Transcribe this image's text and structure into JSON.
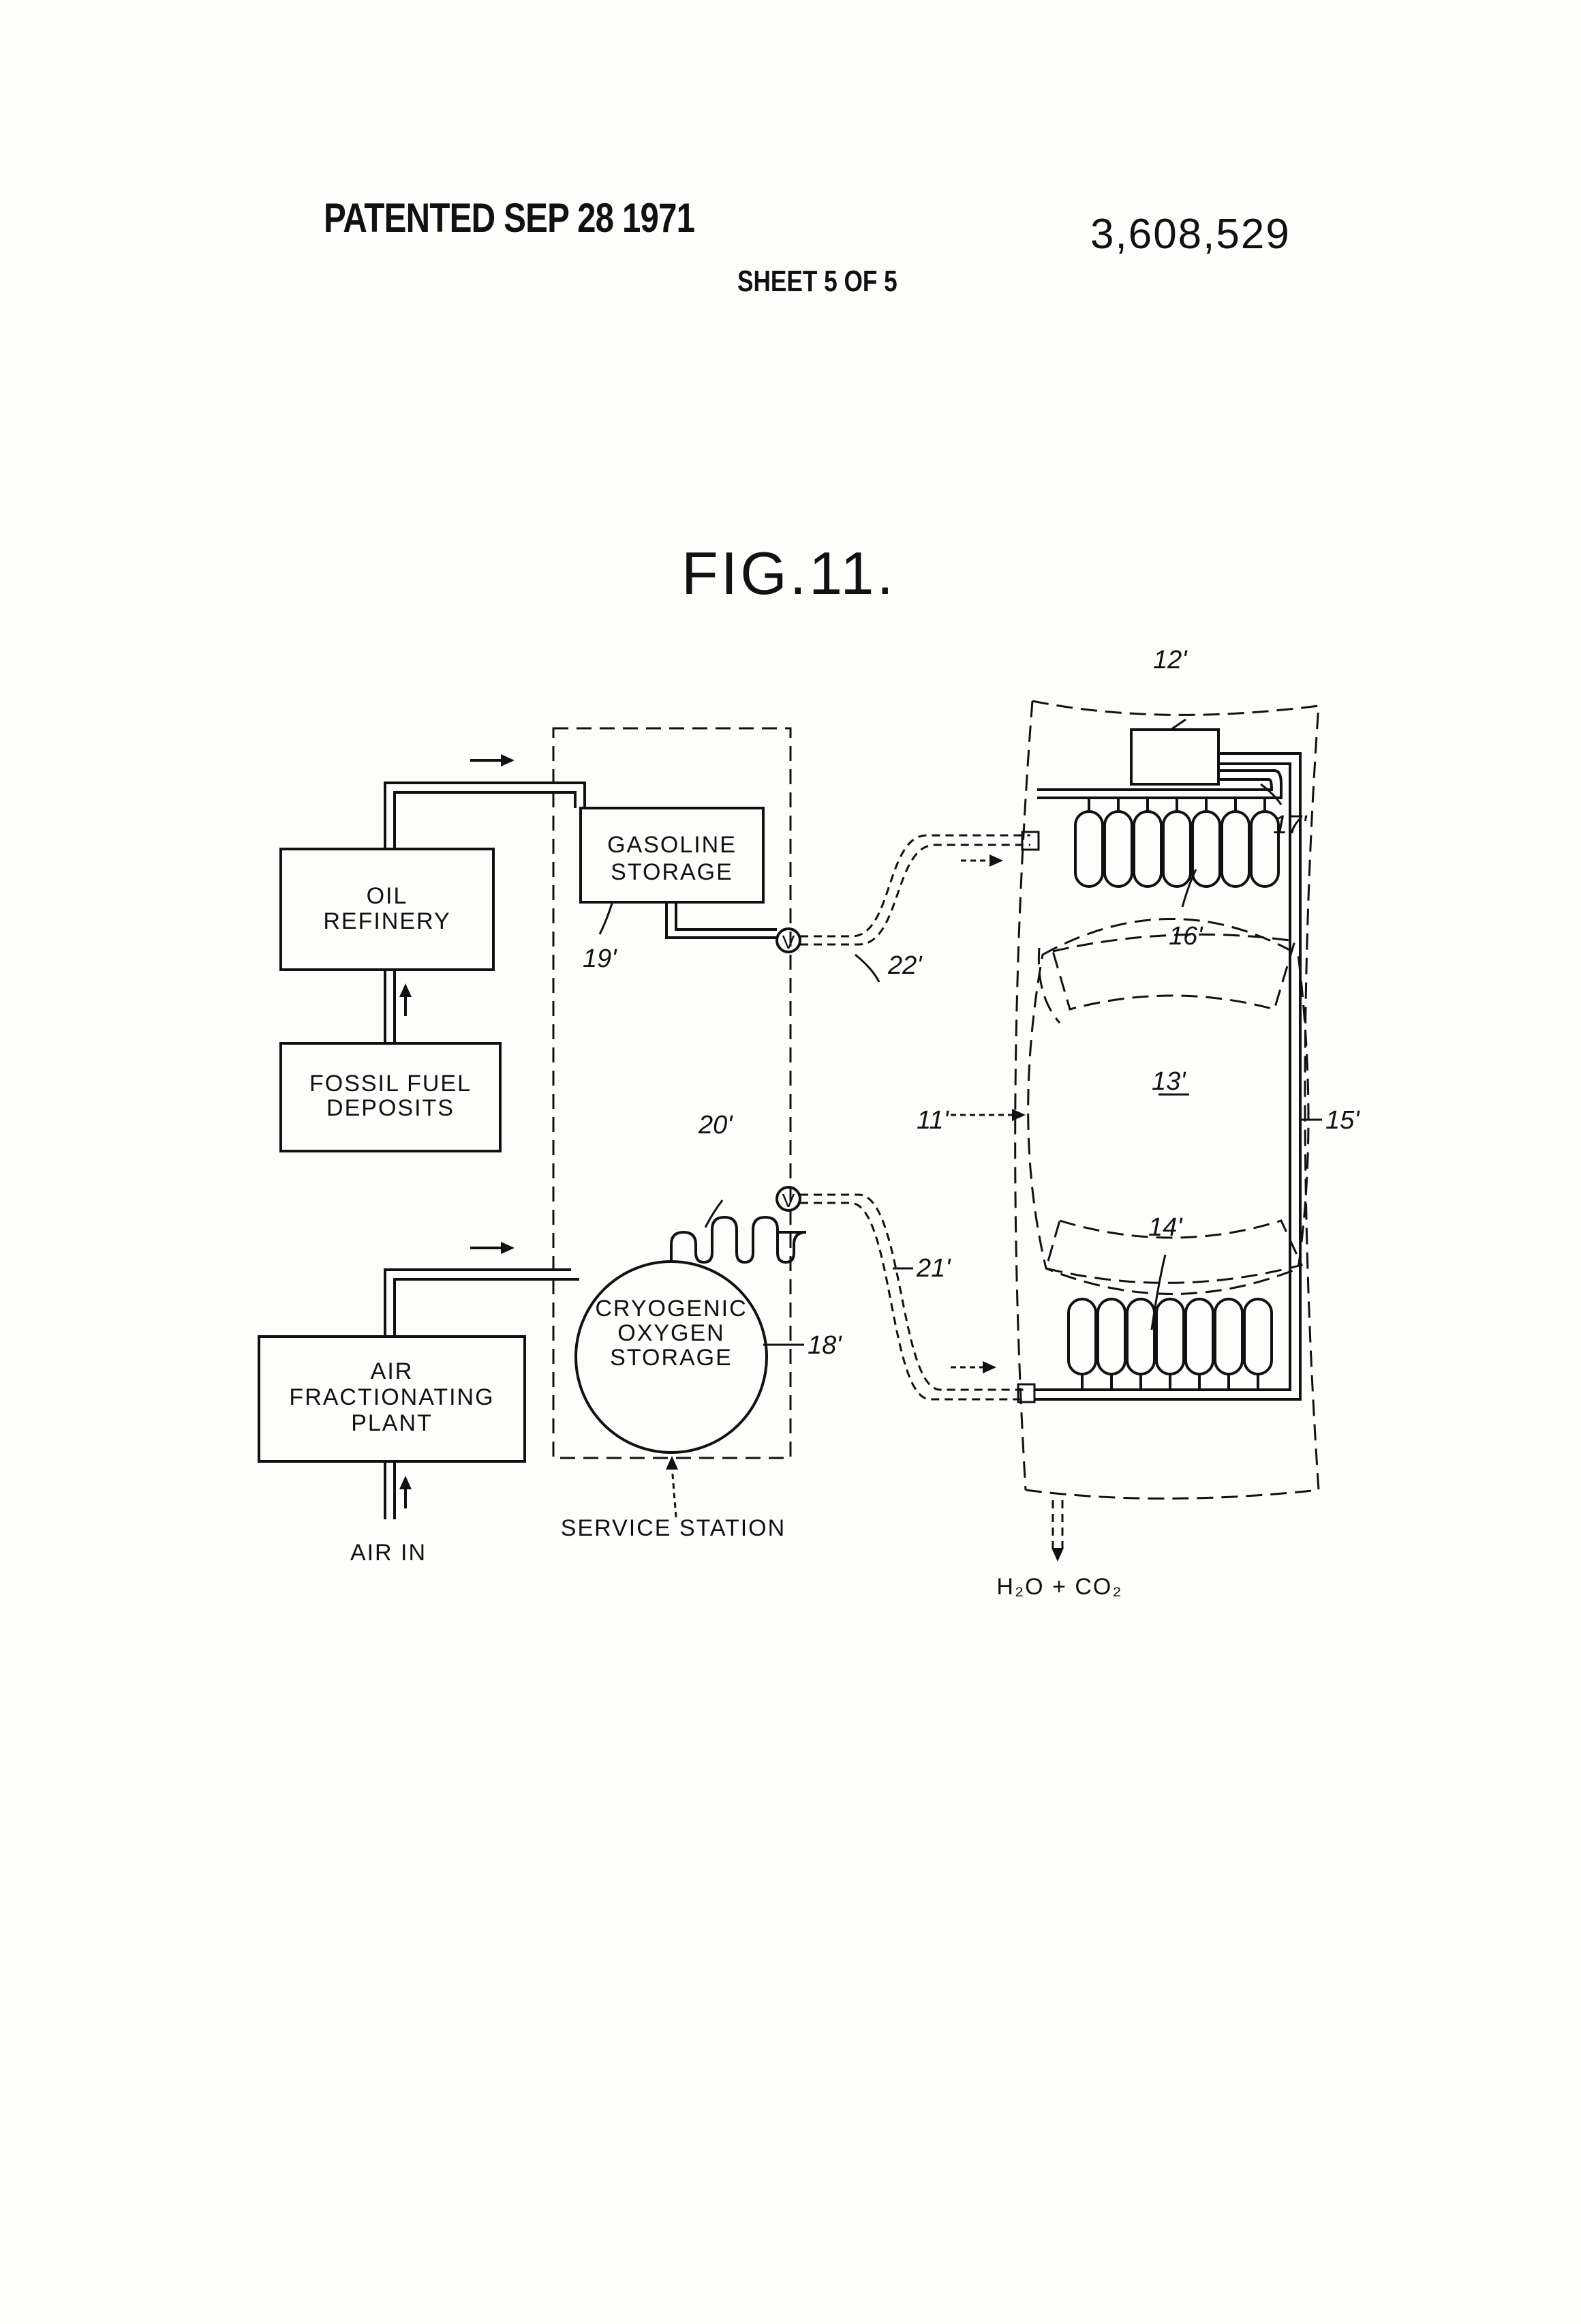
{
  "header": {
    "patented": "PATENTED SEP 28 1971",
    "patent_number": "3,608,529",
    "sheet": "SHEET 5 OF 5"
  },
  "figure": {
    "title": "FIG.11."
  },
  "boxes": {
    "oil_refinery": [
      "OIL",
      "REFINERY"
    ],
    "fossil_fuel": [
      "FOSSIL FUEL",
      "DEPOSITS"
    ],
    "gasoline_storage": [
      "GASOLINE",
      "STORAGE"
    ],
    "air_plant": [
      "AIR",
      "FRACTIONATING",
      "PLANT"
    ],
    "cryogenic": [
      "CRYOGENIC",
      "OXYGEN",
      "STORAGE"
    ]
  },
  "labels": {
    "air_in": "AIR IN",
    "service_station": "SERVICE STATION",
    "exhaust": "H₂O + CO₂",
    "valve": "V"
  },
  "refs": {
    "r11": "11'",
    "r12": "12'",
    "r13": "13'",
    "r14": "14'",
    "r15": "15'",
    "r16": "16'",
    "r17": "17'",
    "r18": "18'",
    "r19": "19'",
    "r20": "20'",
    "r21": "21'",
    "r22": "22'"
  }
}
